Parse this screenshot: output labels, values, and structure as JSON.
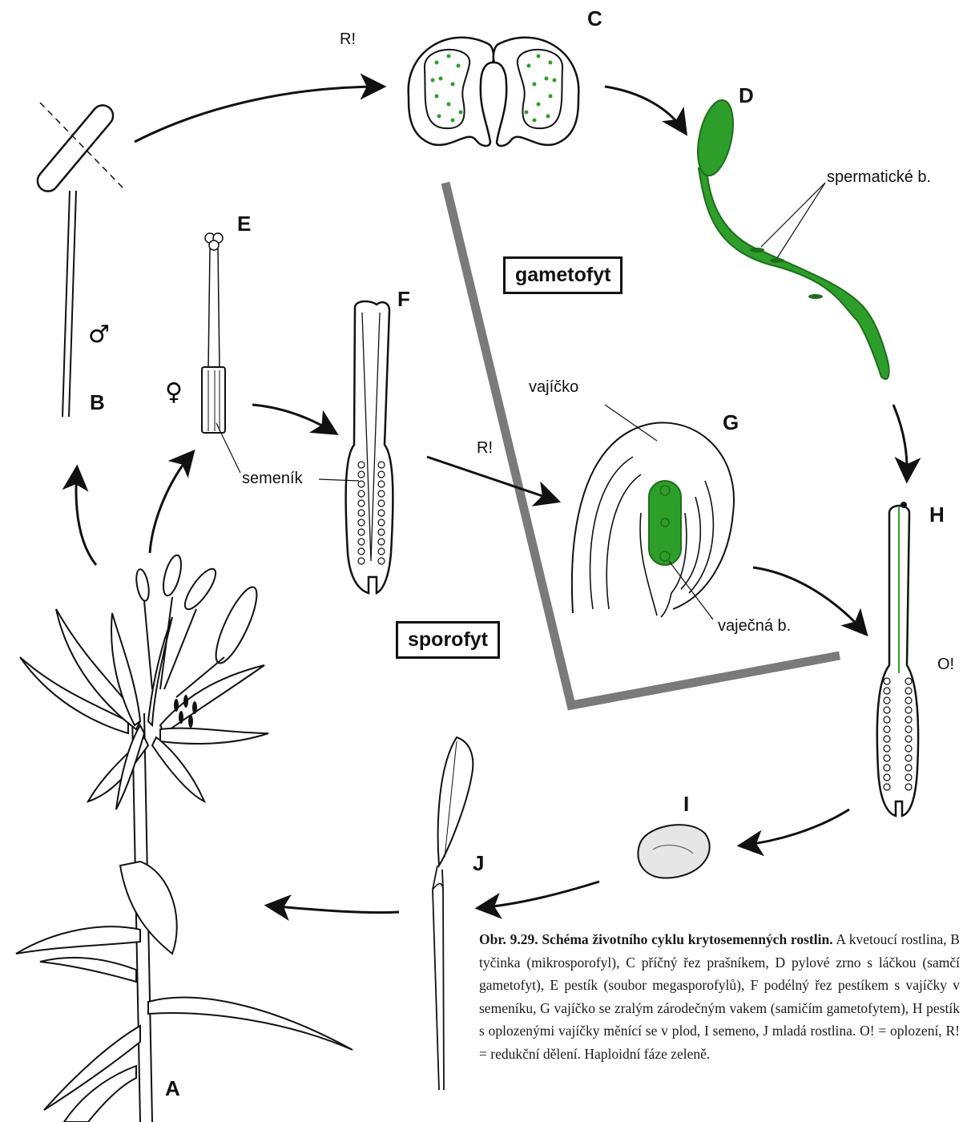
{
  "labels": {
    "A": "A",
    "B": "B",
    "C": "C",
    "D": "D",
    "E": "E",
    "F": "F",
    "G": "G",
    "H": "H",
    "I": "I",
    "J": "J"
  },
  "annotations": {
    "reduction_1": "R!",
    "reduction_2": "R!",
    "fertilization": "O!",
    "sperm_cells": "spermatické b.",
    "ovary": "semeník",
    "ovule": "vajíčko",
    "egg_cell": "vaječná b."
  },
  "symbols": {
    "male": "♂",
    "female": "♀"
  },
  "phases": {
    "gametophyte": "gametofyt",
    "sporophyte": "sporofyt"
  },
  "caption": {
    "title": "Obr. 9.29. Schéma životního cyklu krytosemenných rostlin.",
    "body": "A kvetoucí rostlina, B tyčinka (mikrosporofyl), C příčný řez prašníkem, D pylové zrno s láčkou (samčí gametofyt), E pestík (soubor megasporofylů), F podélný řez pestíkem s vajíčky v semeníku, G vajíčko se zralým zárodečným vakem (samičím gametofytem), H pestík s oplozenými vajíčky měnící se v plod, I semeno, J mladá rostlina. O! = oplození, R! = redukční dělení. Haploidní fáze zeleně."
  },
  "colors": {
    "haploid": "#2e9e2a",
    "haploid_dark": "#1d6e1a",
    "divider": "#7a7a7a",
    "ink": "#111111"
  }
}
